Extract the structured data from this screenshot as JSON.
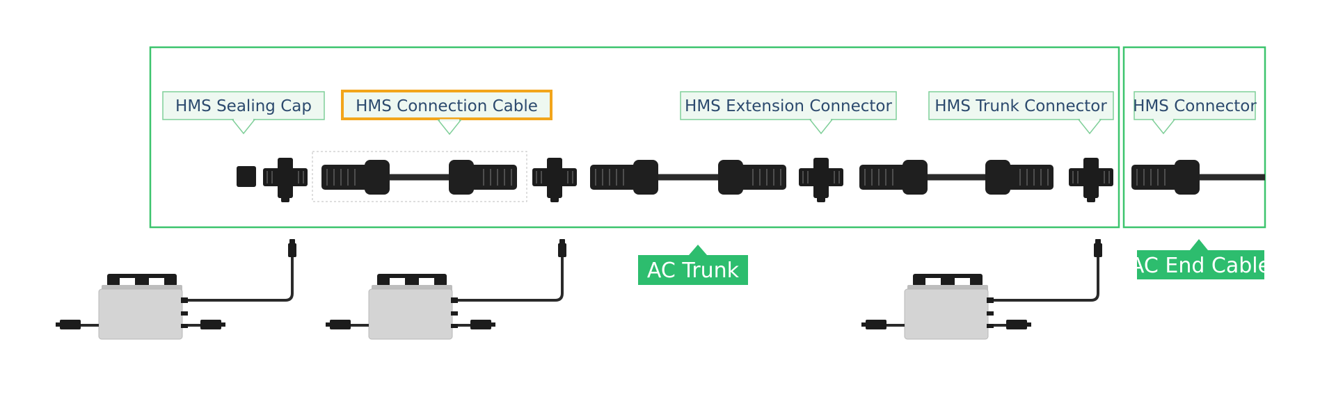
{
  "colors": {
    "frame": "#3cc46d",
    "callout_fill": "#eef8f1",
    "callout_border": "#7fcf99",
    "callout_text": "#2c4a6e",
    "highlight": "#f2a51b",
    "tag_fill": "#2dbd6e",
    "tag_text": "#ffffff"
  },
  "callouts": {
    "sealing_cap": "HMS Sealing Cap",
    "connection_cable": "HMS Connection Cable",
    "extension_connector": "HMS Extension Connector",
    "trunk_connector": "HMS Trunk Connector",
    "connector": "HMS Connector"
  },
  "highlighted_callout": "HMS Connection Cable",
  "tags": {
    "ac_trunk": "AC Trunk",
    "ac_end_cable": "AC End Cable"
  },
  "microinverter_count": 3
}
